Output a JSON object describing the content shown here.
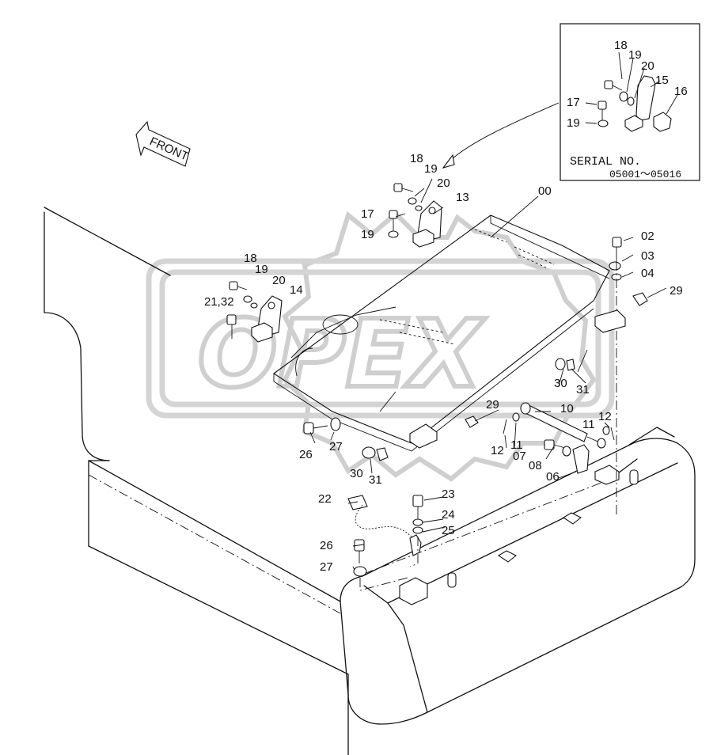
{
  "diagram": {
    "direction_label": "FRONT",
    "watermark": "OPEX",
    "inset": {
      "serial_heading": "SERIAL NO.",
      "serial_range": "05001～05016",
      "callouts": [
        "18",
        "19",
        "20",
        "15",
        "17",
        "19",
        "16"
      ]
    },
    "callouts": {
      "c00": "00",
      "c02": "02",
      "c03": "03",
      "c04": "04",
      "c29a": "29",
      "c18a": "18",
      "c19a": "19",
      "c20a": "20",
      "c13": "13",
      "c17a": "17",
      "c19b": "19",
      "c18b": "18",
      "c19c": "19",
      "c20b": "20",
      "c14": "14",
      "c2132": "21,32",
      "c30a": "30",
      "c31a": "31",
      "c29b": "29",
      "c10": "10",
      "c11a": "11",
      "c12a": "12",
      "c11b": "11",
      "c12b": "12",
      "c07": "07",
      "c08": "08",
      "c06": "06",
      "c26a": "26",
      "c27a": "27",
      "c30b": "30",
      "c31b": "31",
      "c22": "22",
      "c23": "23",
      "c24": "24",
      "c25": "25",
      "c26b": "26",
      "c27b": "27"
    }
  }
}
